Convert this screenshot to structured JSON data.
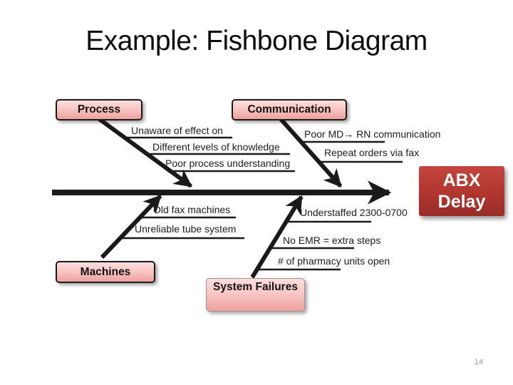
{
  "slide": {
    "title": "Example: Fishbone Diagram",
    "page_number": "14",
    "background": "#ffffff"
  },
  "effect_box": {
    "line1": "ABX",
    "line2": "Delay",
    "fill_top": "#c5453f",
    "fill_bottom": "#992c28",
    "text_color": "#ffffff"
  },
  "branches": [
    {
      "name": "Process",
      "position": "top-left",
      "causes": [
        "Unaware of effect on",
        "Different levels of knowledge",
        "Poor process understanding"
      ]
    },
    {
      "name": "Communication",
      "position": "top-right",
      "causes": [
        "Poor MD→ RN communication",
        "Repeat orders via fax"
      ]
    },
    {
      "name": "Machines",
      "position": "bottom-left",
      "causes": [
        "Old fax machines",
        "Unreliable tube system"
      ]
    },
    {
      "name": "System Failures",
      "position": "bottom-right",
      "causes": [
        "Understaffed 2300-0700",
        "No EMR = extra steps",
        "# of pharmacy units open"
      ]
    }
  ],
  "colors": {
    "category_fill_top": "#fcdfde",
    "category_fill_bottom": "#efa09d",
    "category_border": "#1a1a1a",
    "line_color": "#1a1a1a",
    "page_number_color": "#9a9a9a"
  }
}
